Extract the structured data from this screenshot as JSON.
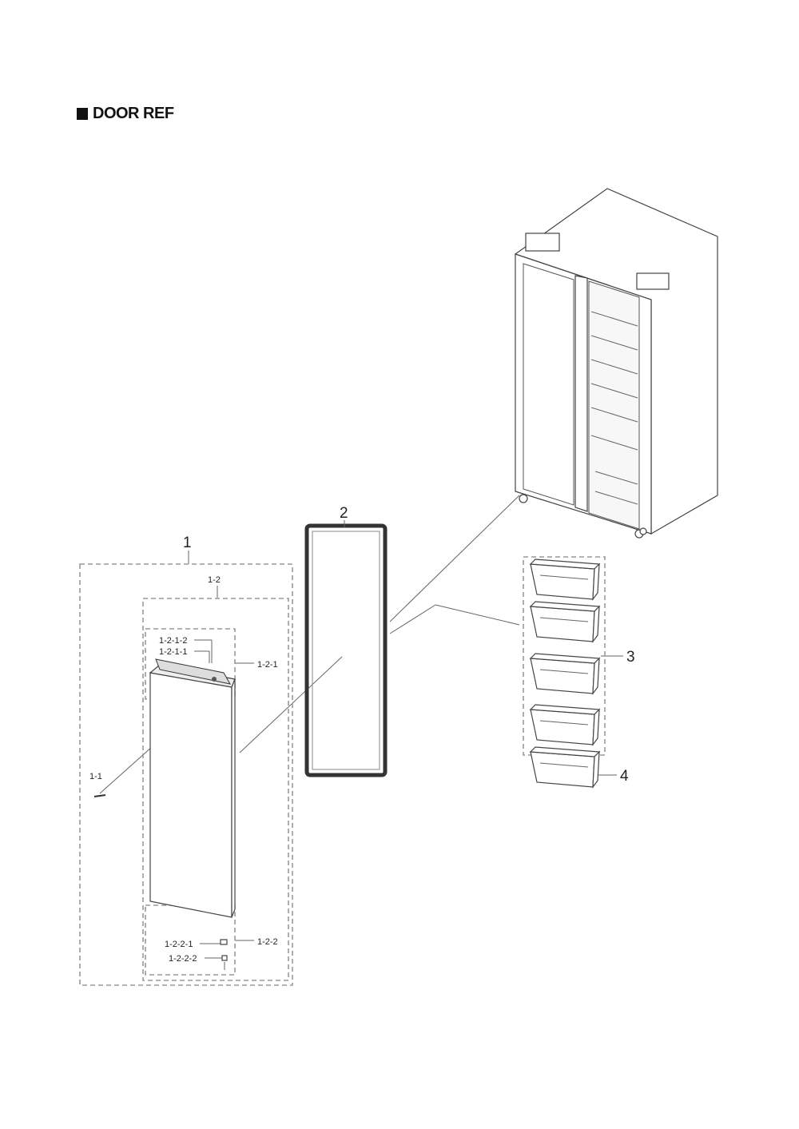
{
  "title": "DOOR REF",
  "labels": {
    "door_assy": "1",
    "handle_cap": "1-1",
    "door_sub": "1-2",
    "top_hinge_group": "1-2-1",
    "top_part_a": "1-2-1-1",
    "top_part_b": "1-2-1-2",
    "bottom_hinge_group": "1-2-2",
    "bottom_part_a": "1-2-2-1",
    "bottom_part_b": "1-2-2-2",
    "gasket": "2",
    "guard_set": "3",
    "guard_single": "4"
  }
}
